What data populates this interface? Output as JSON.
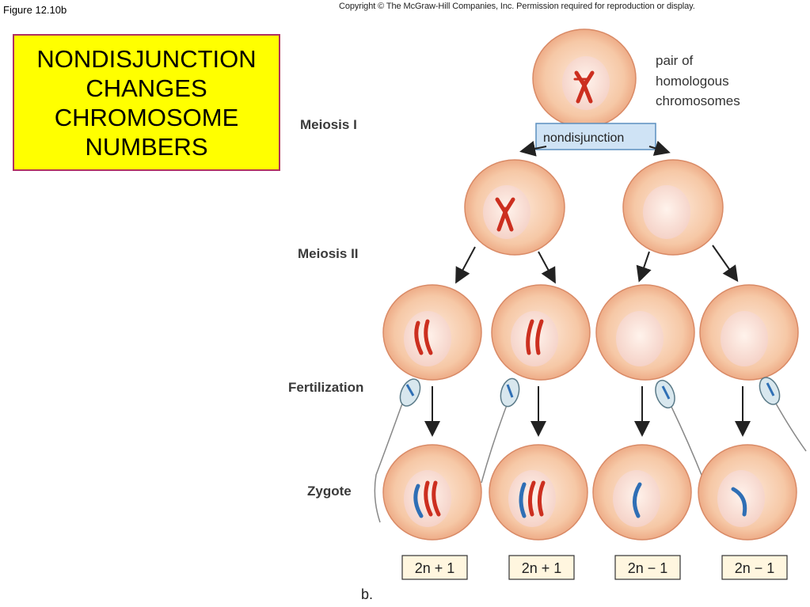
{
  "figure_label": "Figure 12.10b",
  "copyright": "Copyright © The McGraw-Hill Companies, Inc. Permission required for reproduction or display.",
  "title": "NONDISJUNCTION\nCHANGES\nCHROMOSOME\nNUMBERS",
  "stages": {
    "meiosis1": "Meiosis I",
    "meiosis2": "Meiosis II",
    "fertilization": "Fertilization",
    "zygote": "Zygote"
  },
  "annotation": {
    "line1": "pair of",
    "line2": "homologous",
    "line3": "chromosomes"
  },
  "nondisjunction_label": "nondisjunction",
  "results": [
    "2n + 1",
    "2n + 1",
    "2n − 1",
    "2n − 1"
  ],
  "panel_label": "b.",
  "colors": {
    "title_bg": "#ffff00",
    "title_border": "#b03060",
    "cell_fill": "#f7c9a8",
    "cell_inner": "#fde6d6",
    "maternal_chromosome": "#d23a28",
    "paternal_chromosome": "#2f6fb5",
    "nondisjunction_box": "#cfe3f5"
  }
}
